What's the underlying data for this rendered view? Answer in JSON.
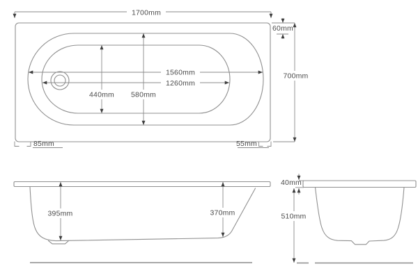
{
  "colors": {
    "background": "#ffffff",
    "outline": "#8f8f8f",
    "dimension_line": "#8a8a8a",
    "arrow": "#3c3c3c",
    "label_text": "#4b4b4b"
  },
  "plan_view": {
    "overall_length": "1700mm",
    "head_rim_width": "60mm",
    "overall_width": "700mm",
    "basin_length": "1560mm",
    "basin_floor_length": "1260mm",
    "basin_floor_width": "440mm",
    "basin_width": "580mm",
    "left_end_overhang": "85mm",
    "right_end_overhang": "55mm"
  },
  "side_view": {
    "depth_at_head": "395mm",
    "depth_at_foot": "370mm"
  },
  "end_view": {
    "rim_thickness": "40mm",
    "overall_height": "510mm"
  }
}
